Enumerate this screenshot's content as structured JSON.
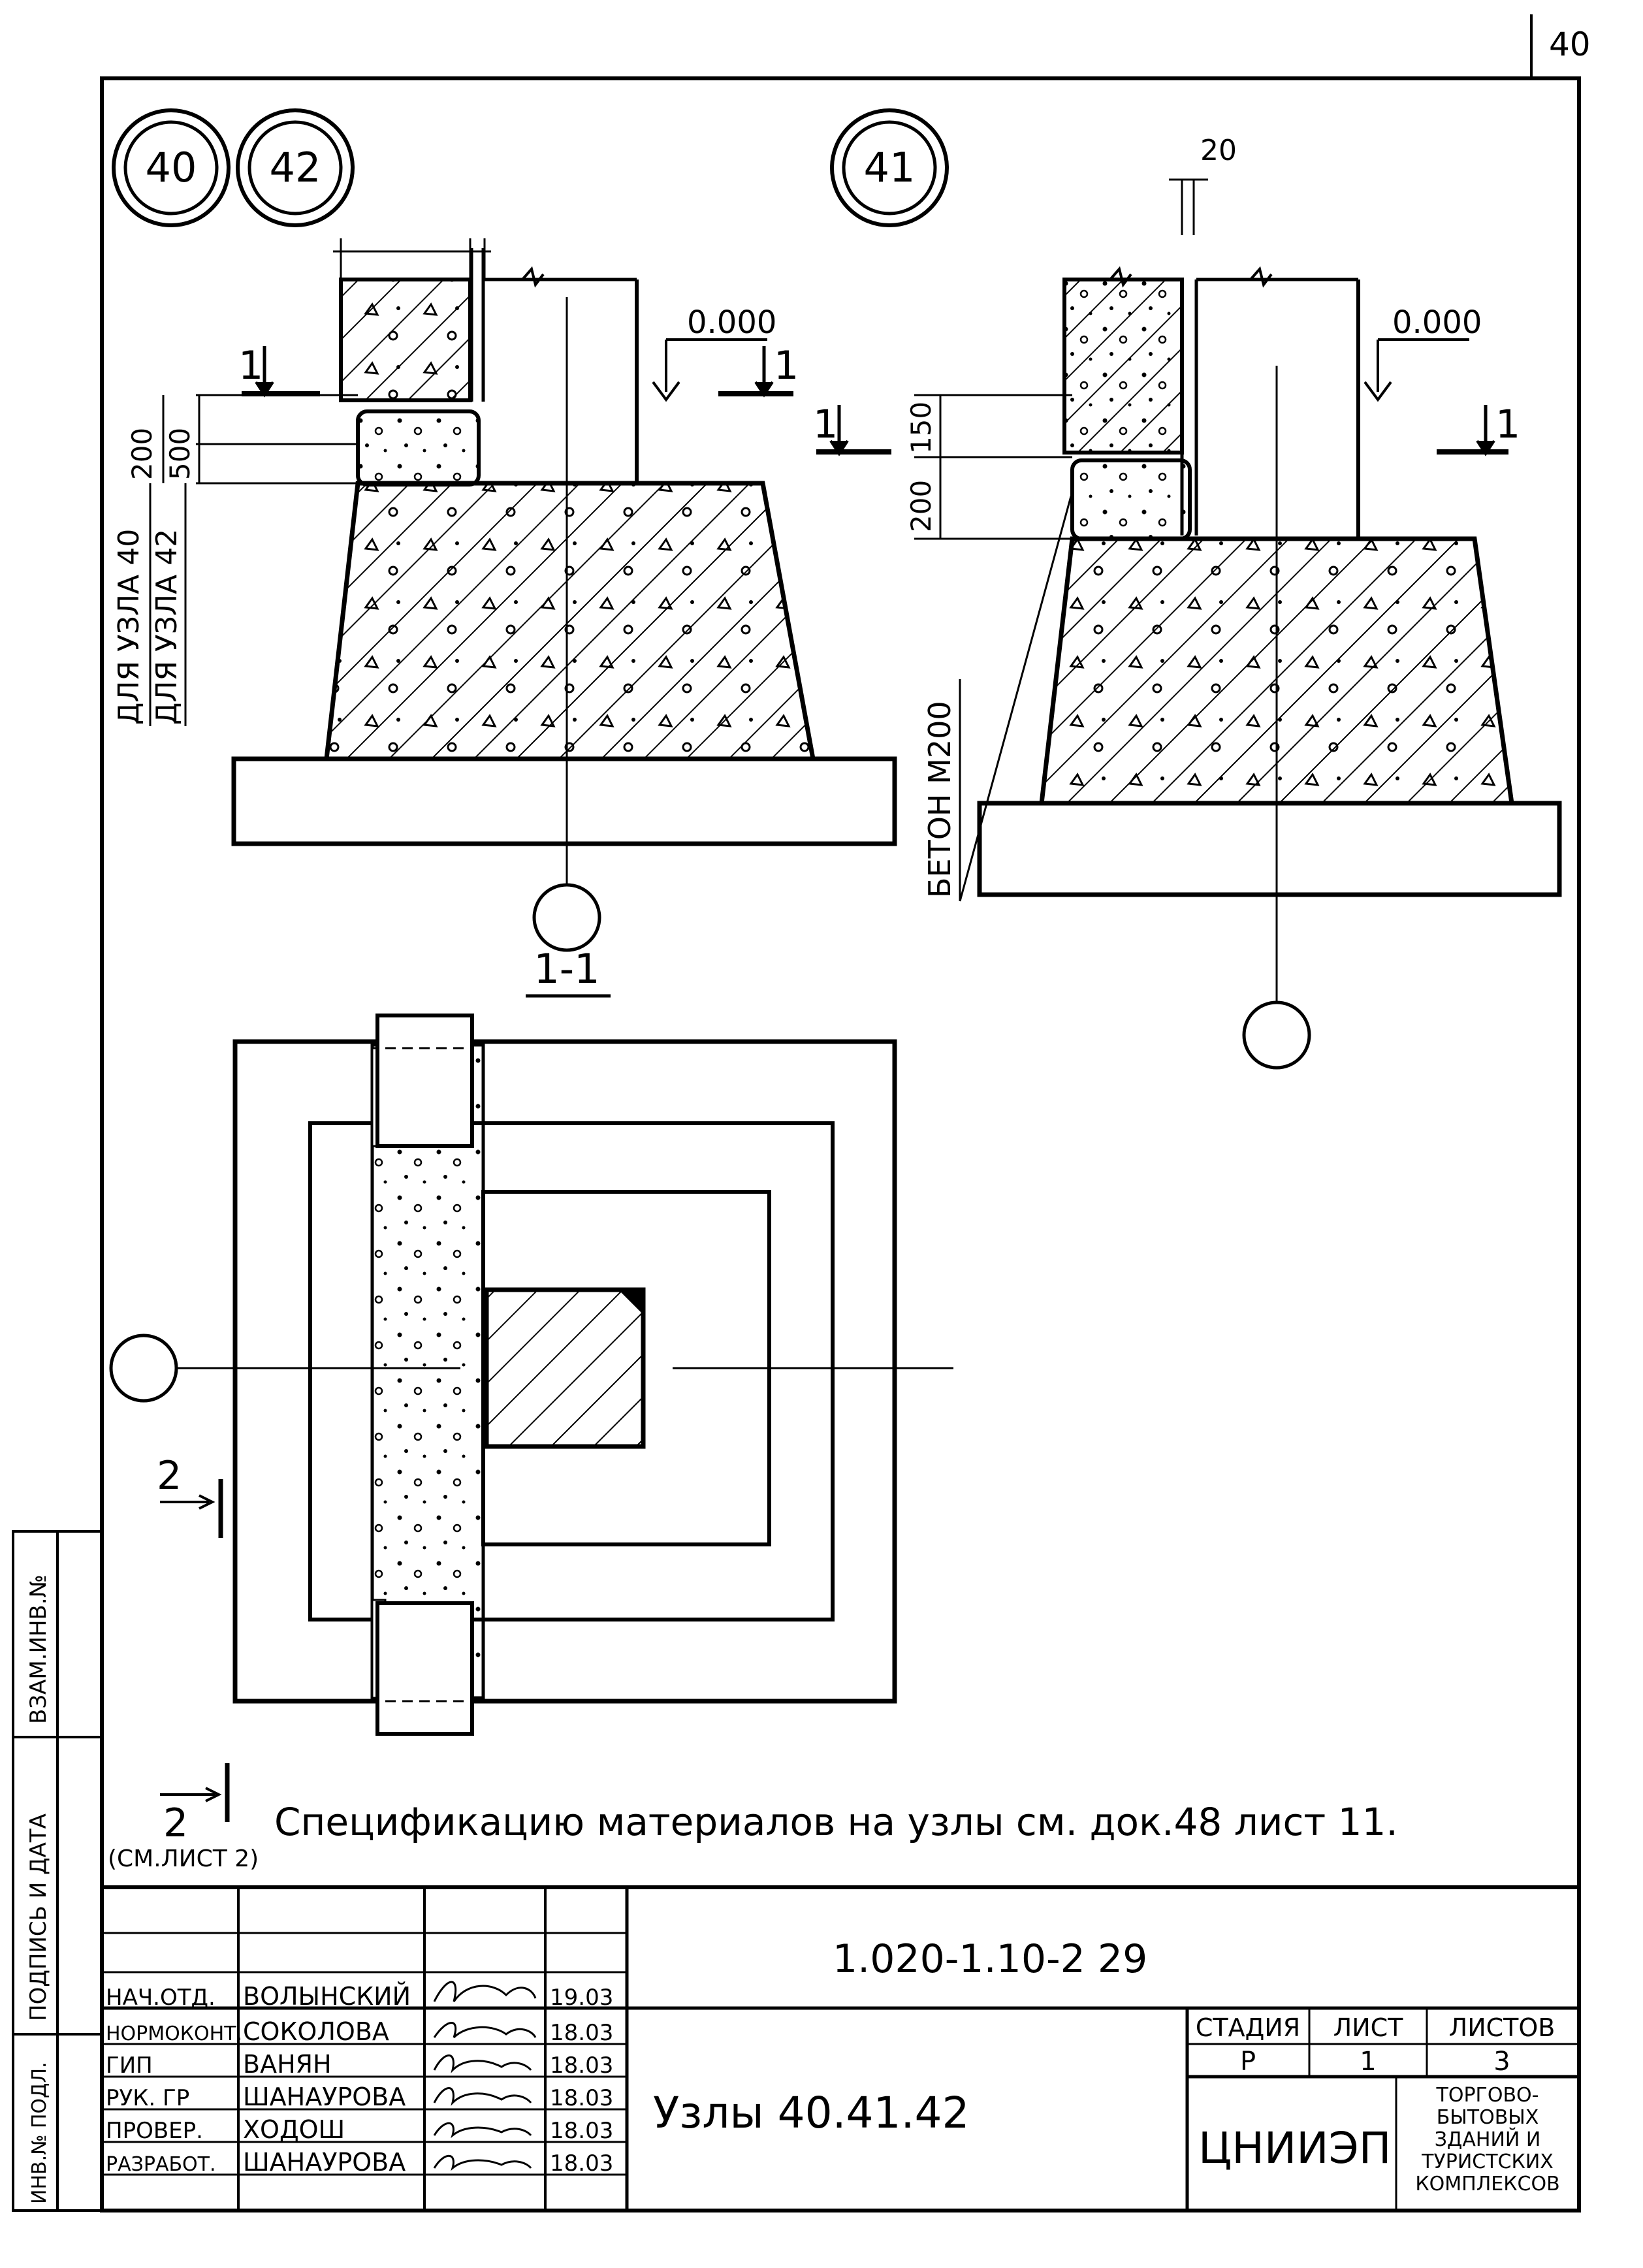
{
  "sheet": {
    "page_number": "40",
    "spec_note": "Спецификацию материалов на узлы см. док.48 лист 11.",
    "doc_code": "1.020-1.10-2 29",
    "title": "Узлы 40.41.42",
    "organization": "ЦНИИЭП",
    "org_subtitle": [
      "ТОРГОВО-",
      "БЫТОВЫХ",
      "ЗДАНИЙ И",
      "ТУРИСТСКИХ",
      "КОМПЛЕКСОВ"
    ],
    "stage_label": "СТАДИЯ",
    "sheet_label": "ЛИСТ",
    "sheets_label": "ЛИСТОВ",
    "stage_value": "Р",
    "sheet_value": "1",
    "sheets_value": "3"
  },
  "nodes": {
    "node_40": "40",
    "node_42": "42",
    "node_41": "41"
  },
  "left_detail": {
    "level_mark": "0.000",
    "section_mark": "1",
    "dim_200": "200",
    "dim_500": "500",
    "label_node_40": "ДЛЯ УЗЛА 40",
    "label_node_42": "ДЛЯ УЗЛА 42"
  },
  "right_detail": {
    "level_mark": "0.000",
    "section_mark": "1",
    "dim_20": "20",
    "dim_150": "150",
    "dim_200": "200",
    "concrete_label": "БЕТОН М200"
  },
  "plan": {
    "section_title": "1-1",
    "cut_mark_top": "2",
    "cut_mark_bottom": "2",
    "cut_ref": "(СМ.ЛИСТ 2)"
  },
  "signatures": [
    {
      "role": "НАЧ.ОТД.",
      "name": "ВОЛЫНСКИЙ",
      "date": "19.03"
    },
    {
      "role": "НОРМОКОНТ.",
      "name": "СОКОЛОВА",
      "date": "18.03"
    },
    {
      "role": "ГИП",
      "name": "ВАНЯН",
      "date": "18.03"
    },
    {
      "role": "РУК. ГР",
      "name": "ШАНАУРОВА",
      "date": "18.03"
    },
    {
      "role": "ПРОВЕР.",
      "name": "ХОДОШ",
      "date": "18.03"
    },
    {
      "role": "РАЗРАБОТ.",
      "name": "ШАНАУРОВА",
      "date": "18.03"
    }
  ],
  "side_stamp": [
    "ИНВ.№ ПОДЛ.",
    "ПОДПИСЬ И ДАТА",
    "ВЗАМ.ИНВ.№"
  ]
}
